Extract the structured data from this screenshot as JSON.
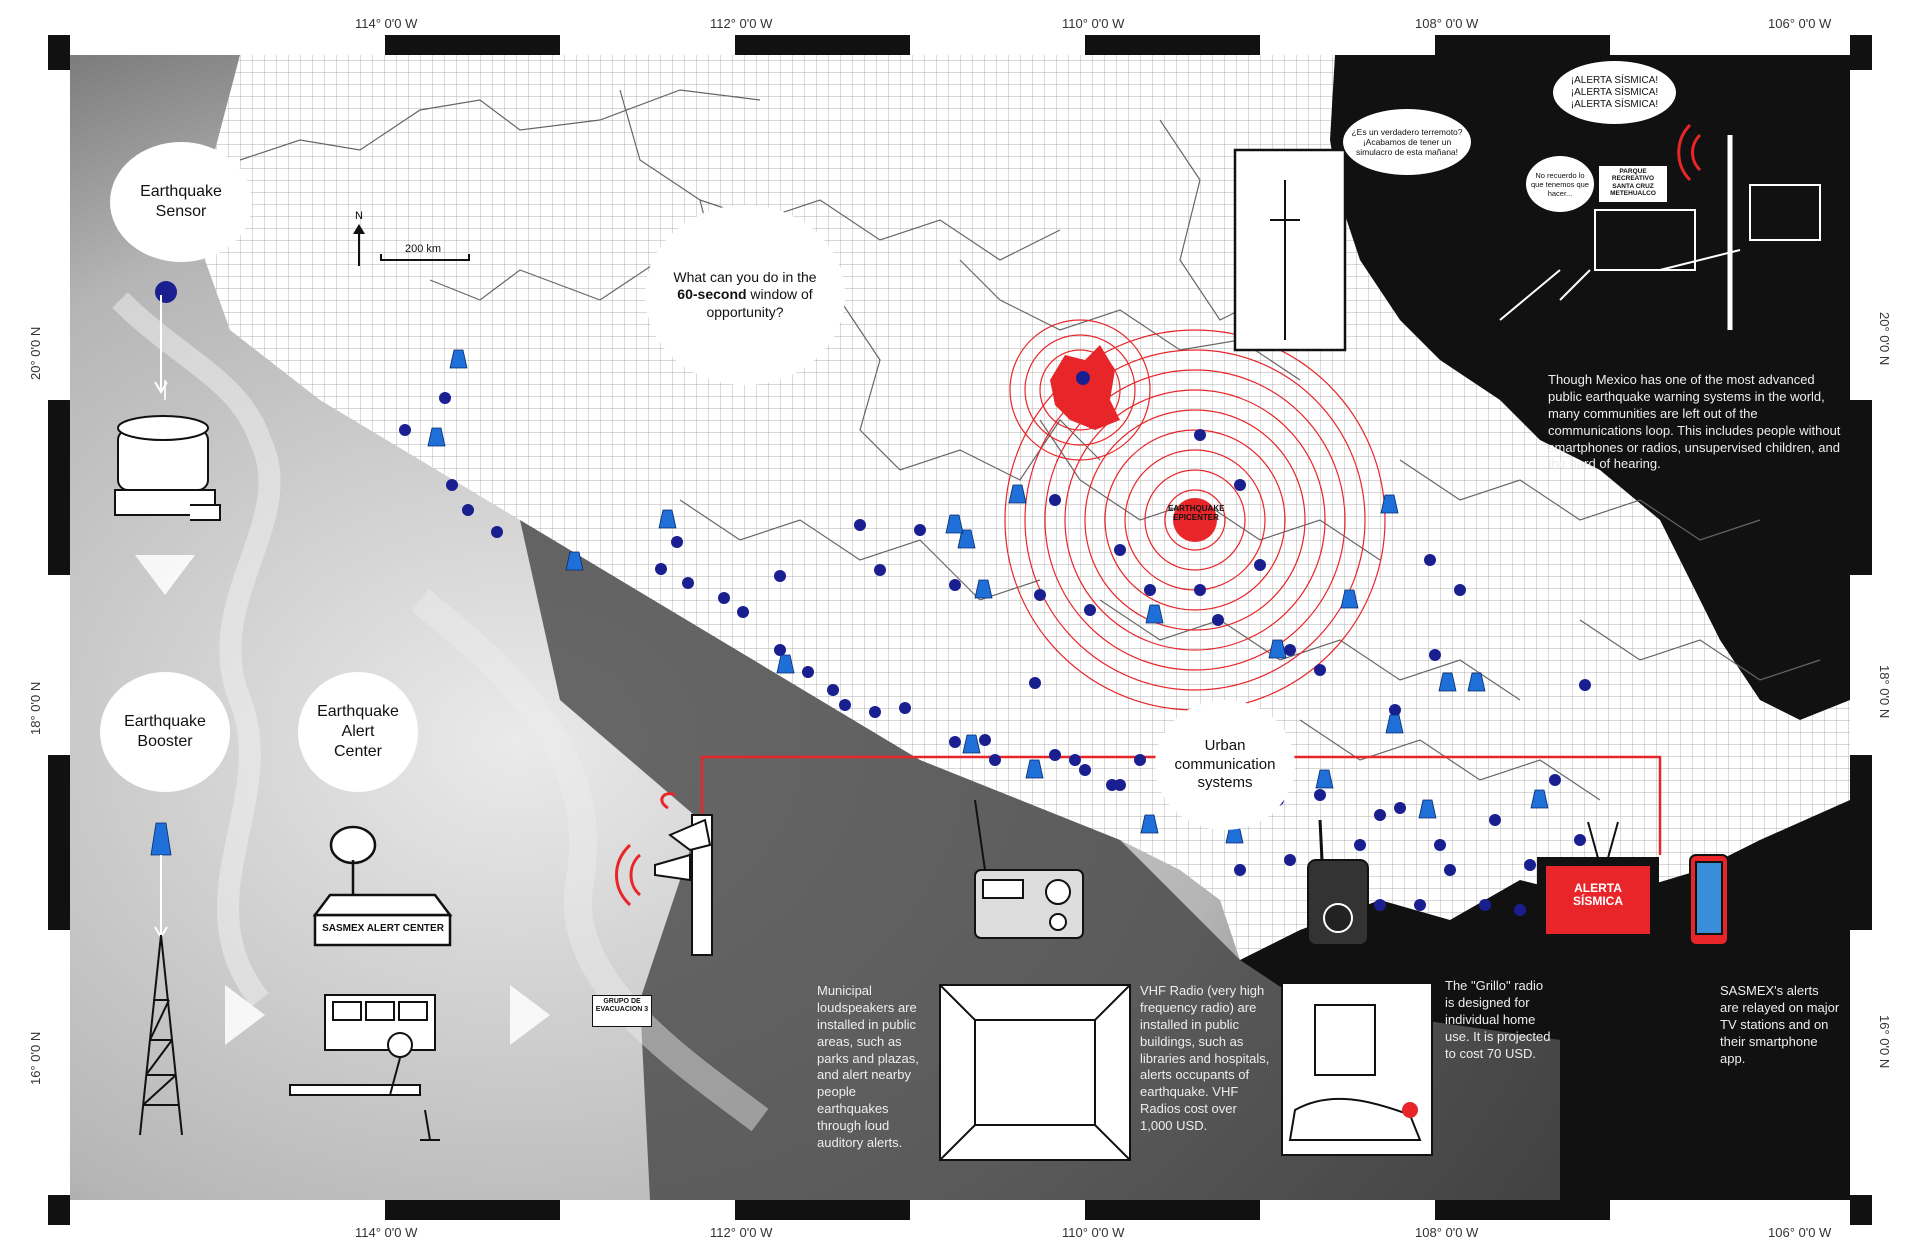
{
  "coords": {
    "top": [
      "114° 0'0 W",
      "112° 0'0 W",
      "110° 0'0 W",
      "108° 0'0 W",
      "106° 0'0 W"
    ],
    "bottom": [
      "114° 0'0 W",
      "112° 0'0 W",
      "110° 0'0 W",
      "108° 0'0 W",
      "106° 0'0 W"
    ],
    "left": [
      "20° 0'0 N",
      "18° 0'0 N",
      "16° 0'0 N"
    ],
    "right": [
      "20° 0'0 N",
      "18° 0'0 N",
      "16° 0'0 N"
    ]
  },
  "north_arrow": "N",
  "scale_label": "200 km",
  "bubbles": {
    "sensor": "Earthquake Sensor",
    "booster": "Earthquake Booster",
    "alert_center": "Earthquake Alert Center",
    "window_pre": "What can you do in the ",
    "window_bold": "60-second",
    "window_post": " window of opportunity?",
    "urban": "Urban communication systems"
  },
  "epicenter_label": "EARTHQUAKE EPICENTER",
  "center_building_label": "SASMEX ALERT CENTER",
  "speech": {
    "man": "¿Es un verdadero terremoto? ¡Acabamos de tener un simulacro de esta mañana!",
    "alert": "¡ALERTA SÍSMICA! ¡ALERTA SÍSMICA! ¡ALERTA SÍSMICA!",
    "kid": "No recuerdo lo que tenemos que hacer...",
    "park_sign": "PARQUE RECREATIVO SANTA CRUZ METEHUALCO",
    "evac_sign": "GRUPO DE EVACUACION 3"
  },
  "tv_label": "ALERTA SÍSMICA",
  "notes": {
    "mexico": "Though Mexico has one of the most advanced public earthquake warning systems in the world, many communities are left out of the communications loop. This includes people without smartphones or radios, unsupervised children, and the hard of hearing.",
    "loudspeakers": "Municipal loudspeakers are installed in public areas, such as parks and plazas, and alert nearby people earthquakes through loud auditory alerts.",
    "vhf": "VHF Radio (very high frequency radio) are installed in public buildings, such as libraries and hospitals, alerts occupants of earthquake. VHF Radios cost over 1,000 USD.",
    "grillo": "The \"Grillo\" radio is designed for individual home use. It is projected to cost 70 USD.",
    "sasmex": "SASMEX's alerts are relayed on major TV stations and on their smartphone app."
  },
  "colors": {
    "red": "#e8262a",
    "blue": "#1a1f8f",
    "cyan": "#1e6fd8",
    "black": "#111111"
  }
}
